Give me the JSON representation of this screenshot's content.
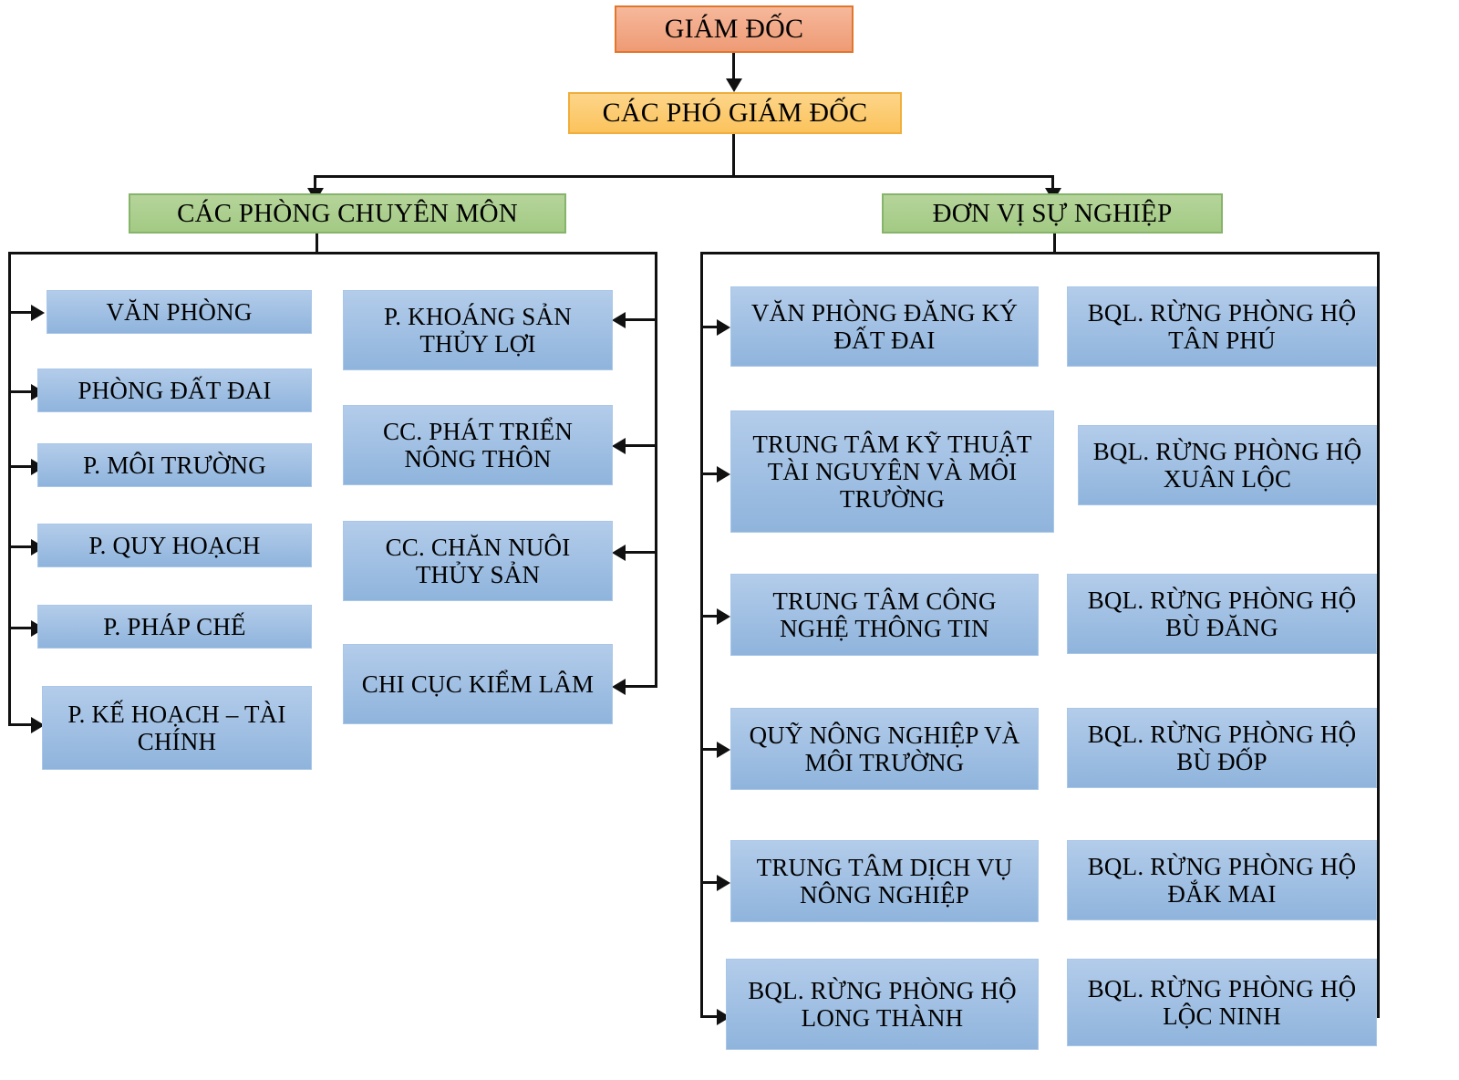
{
  "chart_data": {
    "type": "diagram",
    "title": "So do to chuc",
    "root": {
      "label": "GIÁM ĐỐC",
      "color": "#EE9B75"
    },
    "deputy": {
      "label": "CÁC PHÓ GIÁM ĐỐC",
      "color": "#FBC35C"
    },
    "branches": [
      {
        "label": "CÁC PHÒNG CHUYÊN MÔN",
        "color": "#A3CA84"
      },
      {
        "label": "ĐƠN VỊ SỰ NGHIỆP",
        "color": "#A3CA84"
      }
    ],
    "node_color": "#8FB4DC"
  },
  "root": {
    "label": "GIÁM ĐỐC"
  },
  "deputy": {
    "label": "CÁC PHÓ GIÁM ĐỐC"
  },
  "groups": {
    "professional": {
      "label": "CÁC PHÒNG CHUYÊN MÔN",
      "column_left": [
        {
          "label": "VĂN PHÒNG"
        },
        {
          "label": "PHÒNG ĐẤT ĐAI"
        },
        {
          "label": "P. MÔI TRƯỜNG"
        },
        {
          "label": "P. QUY HOẠCH"
        },
        {
          "label": "P. PHÁP CHẾ"
        },
        {
          "label": "P. KẾ HOẠCH – TÀI CHÍNH"
        }
      ],
      "column_right": [
        {
          "label": "P. KHOÁNG SẢN THỦY LỢI"
        },
        {
          "label": "CC. PHÁT TRIỂN NÔNG THÔN"
        },
        {
          "label": "CC. CHĂN NUÔI THỦY SẢN"
        },
        {
          "label": "CHI CỤC KIỂM LÂM"
        }
      ]
    },
    "public_service": {
      "label": "ĐƠN VỊ SỰ NGHIỆP",
      "column_left": [
        {
          "label": "VĂN PHÒNG ĐĂNG KÝ ĐẤT ĐAI"
        },
        {
          "label": "TRUNG TÂM KỸ THUẬT TÀI NGUYÊN VÀ MÔI TRƯỜNG"
        },
        {
          "label": "TRUNG TÂM CÔNG NGHỆ THÔNG TIN"
        },
        {
          "label": "QUỸ NÔNG NGHIỆP VÀ MÔI TRƯỜNG"
        },
        {
          "label": "TRUNG TÂM DỊCH VỤ NÔNG NGHIỆP"
        },
        {
          "label": "BQL. RỪNG PHÒNG HỘ LONG THÀNH"
        }
      ],
      "column_right": [
        {
          "label": "BQL. RỪNG PHÒNG HỘ TÂN PHÚ"
        },
        {
          "label": "BQL. RỪNG PHÒNG HỘ XUÂN LỘC"
        },
        {
          "label": "BQL. RỪNG PHÒNG HỘ BÙ ĐĂNG"
        },
        {
          "label": "BQL. RỪNG PHÒNG HỘ BÙ ĐỐP"
        },
        {
          "label": "BQL. RỪNG PHÒNG HỘ ĐẮK MAI"
        },
        {
          "label": "BQL. RỪNG PHÒNG HỘ LỘC NINH"
        }
      ]
    }
  }
}
